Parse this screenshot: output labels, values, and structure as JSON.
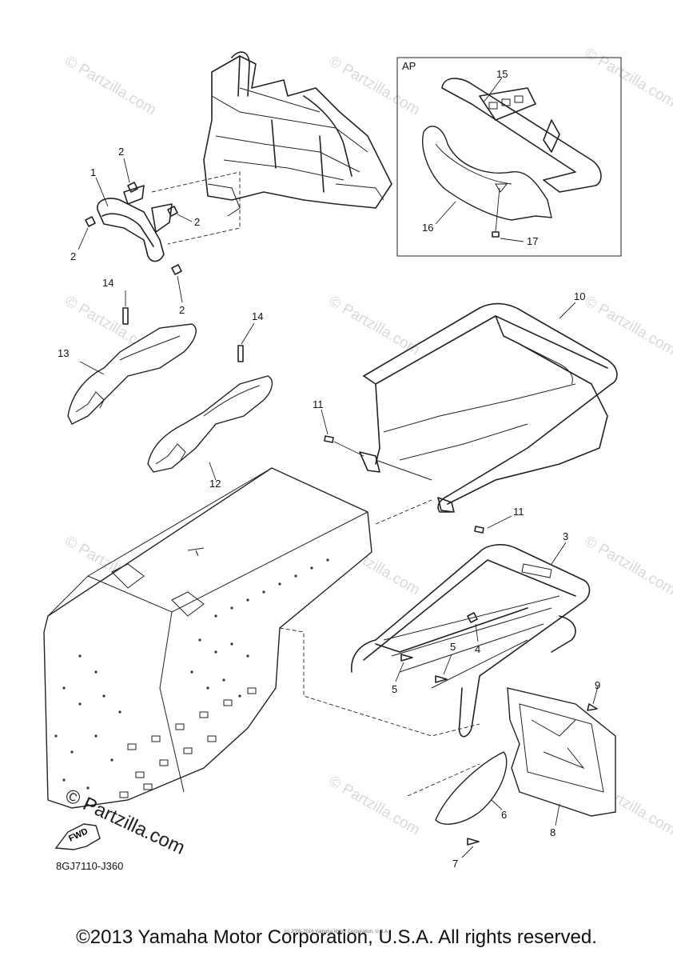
{
  "diagram": {
    "callouts": [
      "1",
      "2",
      "2",
      "2",
      "2",
      "3",
      "4",
      "5",
      "5",
      "6",
      "7",
      "8",
      "9",
      "10",
      "11",
      "11",
      "12",
      "13",
      "14",
      "14",
      "15",
      "16",
      "17"
    ],
    "inset_label": "AP",
    "fwd_label": "FWD",
    "ref_code": "8GJ7110-J360",
    "watermark": "© Partzilla.com",
    "logo_text": "© Partzilla.com"
  },
  "footer": {
    "copyright": "©2013 Yamaha Motor Corporation, U.S.A. All rights reserved.",
    "small_copyright": "(c) 2005-2016 Yamaha Motor Corporation, U.S.A."
  }
}
